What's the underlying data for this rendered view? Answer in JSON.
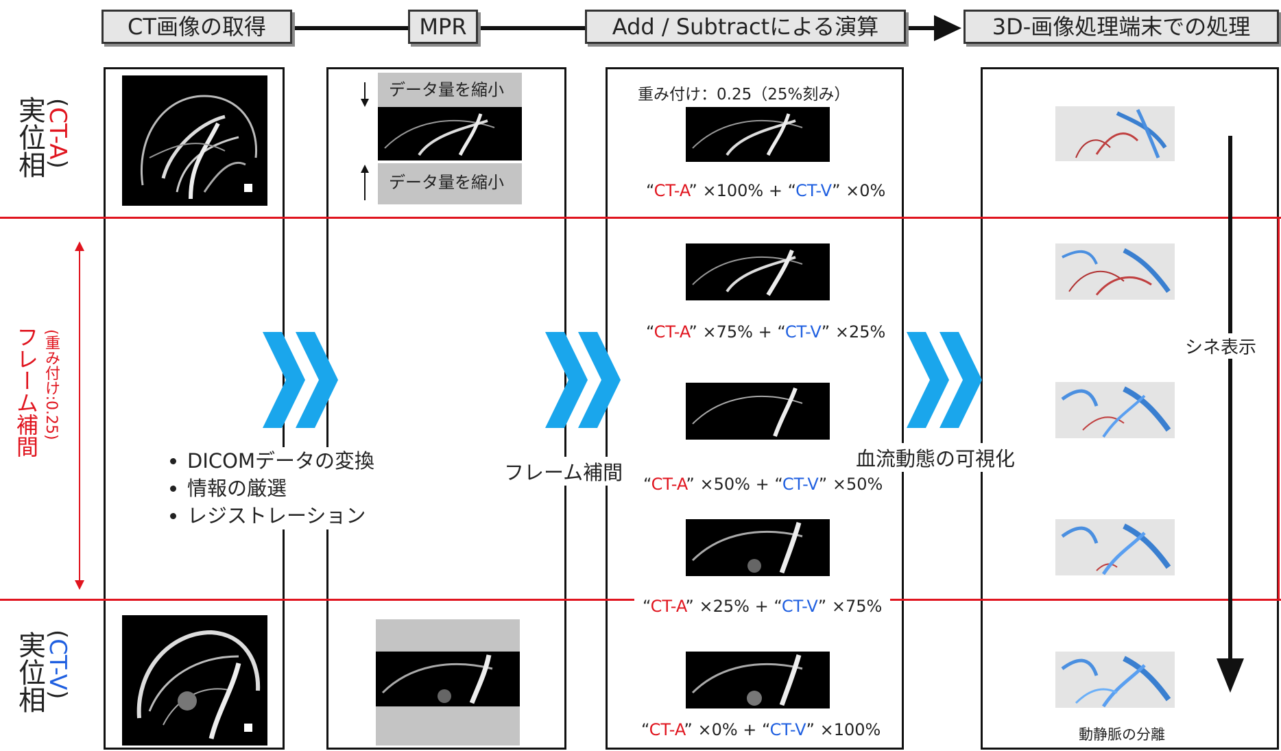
{
  "steps": {
    "s1": "CT画像の取得",
    "s2": "MPR",
    "s3": "Add / Subtractによる演算",
    "s4": "3D-画像処理端末での処理"
  },
  "side_labels": {
    "top": {
      "a": "実位相",
      "b": "(",
      "c": "CT-A",
      "d": ")"
    },
    "bottom": {
      "a": "実位相",
      "b": "(",
      "c": "CT-V",
      "d": ")"
    },
    "middle_main": "フレーム補間",
    "middle_sub": "(重み付け:0.25)"
  },
  "mpr": {
    "reduce_top": "データ量を縮小",
    "reduce_bottom": "データ量を縮小"
  },
  "calc": {
    "weight_note": "重み付け：0.25（25%刻み）",
    "rows": [
      {
        "a_pct": "100%",
        "v_pct": "0%"
      },
      {
        "a_pct": "75%",
        "v_pct": "25%"
      },
      {
        "a_pct": "50%",
        "v_pct": "50%"
      },
      {
        "a_pct": "25%",
        "v_pct": "75%"
      },
      {
        "a_pct": "0%",
        "v_pct": "100%"
      }
    ],
    "label_a": "CT-A",
    "label_v": "CT-V",
    "q_open": "“",
    "q_close": "”",
    "times": "×",
    "plus": "+"
  },
  "bullets": [
    "DICOMデータの変換",
    "情報の厳選",
    "レジストレーション"
  ],
  "middle_notes": {
    "interp": "フレーム補間",
    "visual": "血流動態の可視化"
  },
  "process3d": {
    "cine": "シネ表示",
    "separation": "動静脈の分離"
  },
  "colors": {
    "arrow": "#1aa6ec",
    "red": "#e0141e",
    "blue": "#1f5fe0"
  }
}
